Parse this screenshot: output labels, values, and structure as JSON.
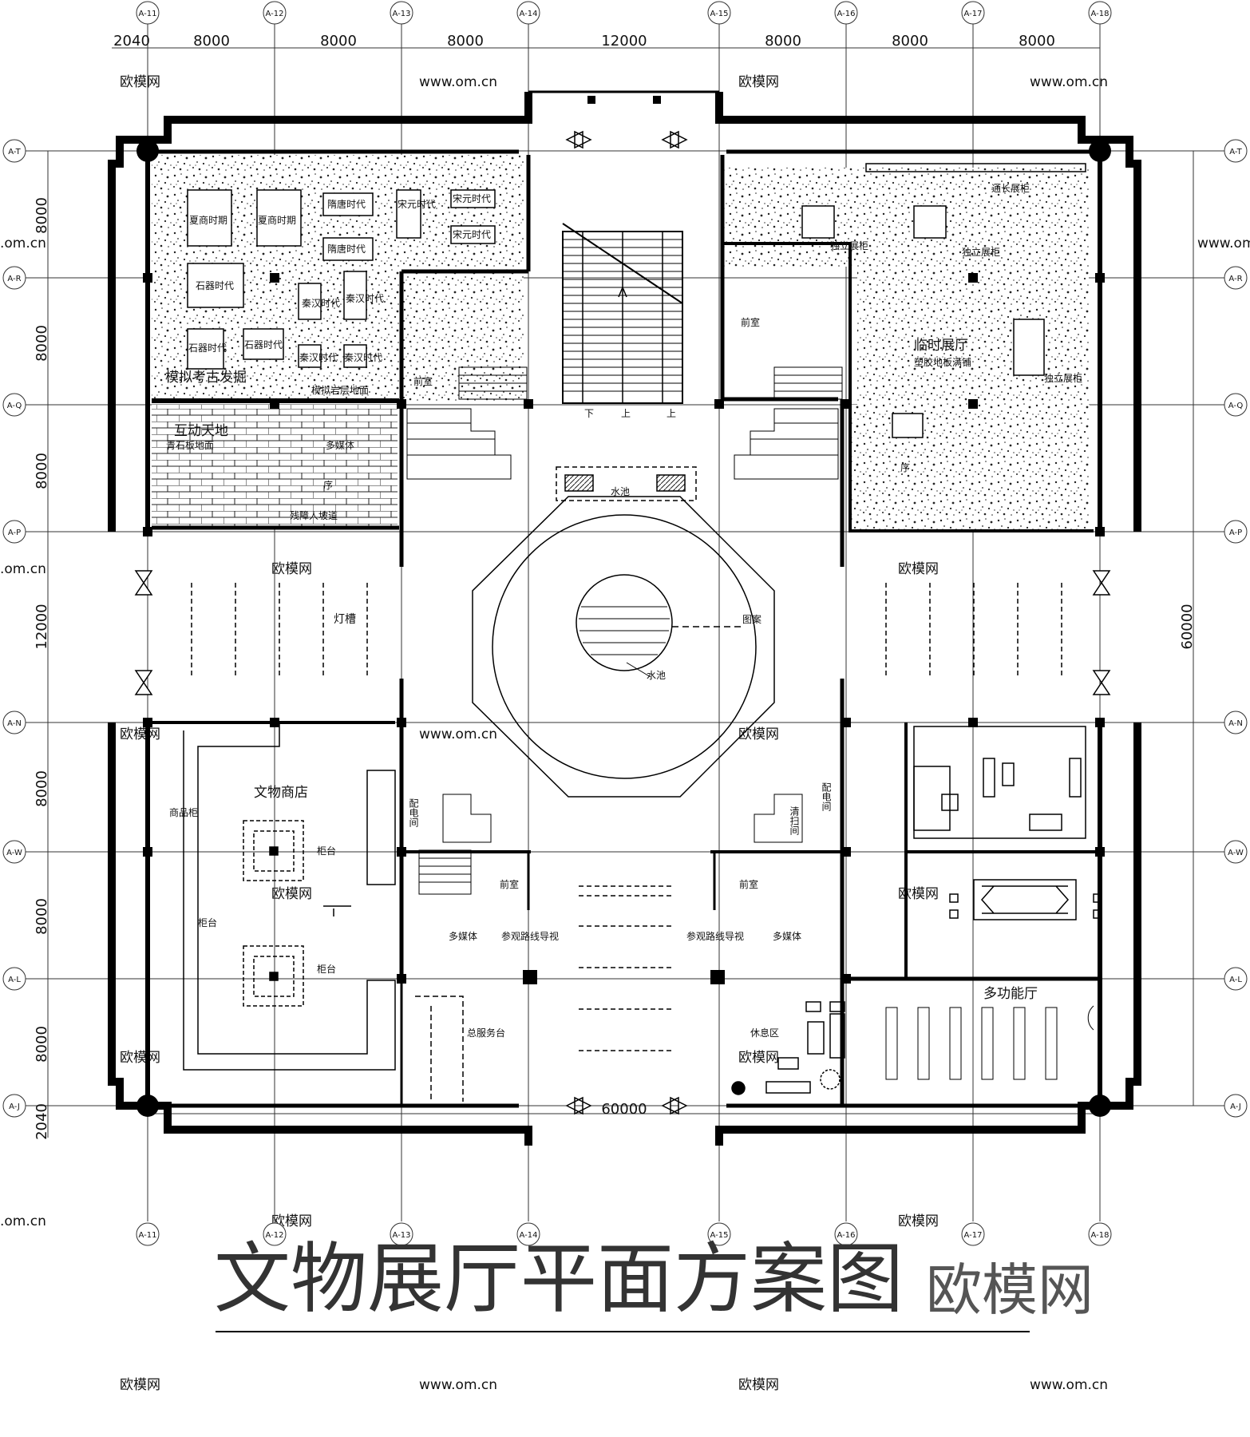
{
  "title": "文物展厅平面方案图",
  "watermark": "欧模网",
  "watermark_url": "www.om.cn",
  "watermark_tail": ".om.cn",
  "axes": {
    "top": [
      "A-11",
      "A-12",
      "A-13",
      "A-14",
      "A-15",
      "A-16",
      "A-17",
      "A-18"
    ],
    "left": [
      "A-T",
      "A-R",
      "A-Q",
      "A-P",
      "A-N",
      "A-W",
      "A-L",
      "A-J"
    ]
  },
  "dimensions": {
    "top": [
      "2040",
      "8000",
      "8000",
      "8000",
      "12000",
      "8000",
      "8000",
      "8000"
    ],
    "left": [
      "8000",
      "8000",
      "8000",
      "12000",
      "8000",
      "8000",
      "8000",
      "2040"
    ],
    "right_total": "60000",
    "bottom_total": "60000"
  },
  "rooms": {
    "archaeology": "模拟考古发掘",
    "archaeology_floor": "模拟岩层地面",
    "interactive": "互动天地",
    "interactive_floor": "青石板地面",
    "multimedia": "多媒体",
    "sequence": "序",
    "ramp": "残障人坡道",
    "temp_hall": "临时展厅",
    "temp_floor": "塑胶地板满铺",
    "long_cabinet": "通长展柜",
    "standalone_cabinet": "独立展柜",
    "anteroom": "前室",
    "light_slot": "灯槽",
    "pool": "水池",
    "pattern": "图案",
    "shop": "文物商店",
    "goods_cabinet": "商品柜",
    "counter": "柜台",
    "distribution_room": "配电间",
    "cleaning_room": "清扫间",
    "tour_guide": "参观路线导视",
    "service_desk": "总服务台",
    "rest_area": "休息区",
    "multi_hall": "多功能厅"
  },
  "eras": {
    "xia_shang": "夏商时期",
    "sui_tang": "隋唐时代",
    "song_yuan": "宋元时代",
    "stone_age": "石器时代",
    "qin_han": "秦汉时代"
  },
  "stairs": {
    "down": "下",
    "up": "上"
  }
}
